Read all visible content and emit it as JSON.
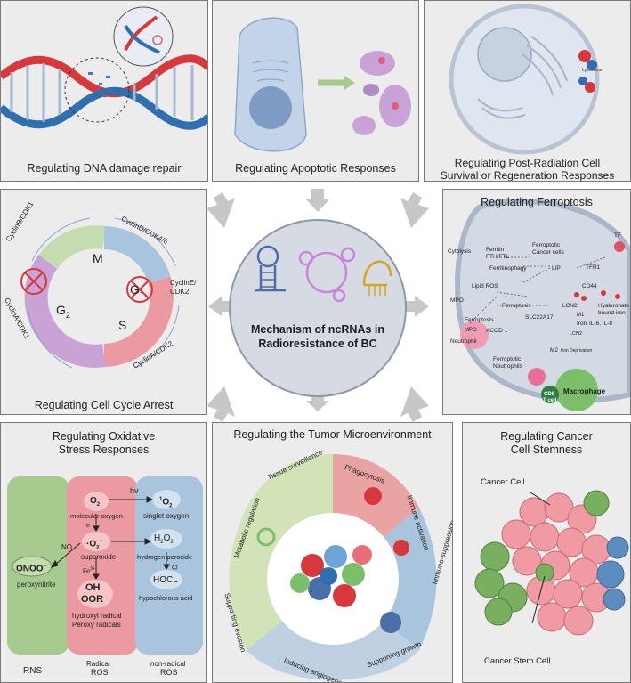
{
  "panels": {
    "dna": {
      "title": "Regulating DNA damage repair"
    },
    "apoptotic": {
      "title": "Regulating Apoptotic Responses"
    },
    "post_radiation": {
      "title_line1": "Regulating Post-Radiation Cell",
      "title_line2": "Survival or Regeneration Responses",
      "lysosome": "Lysosome"
    },
    "cell_cycle": {
      "title": "Regulating Cell Cycle Arrest",
      "phases": {
        "m": "M",
        "g1": "G",
        "g1_sub": "1",
        "s": "S",
        "g2": "G",
        "g2_sub": "2"
      },
      "labels": {
        "cyclinb": "CyclinB/CDK1",
        "cyclind": "CyclinD/CDK4/6",
        "cycline_1": "CyclinE/",
        "cycline_2": "CDK2",
        "cyclina_cdk2": "CyclinA/CDK2",
        "cyclina_cdk1": "CyclinA/CDK1"
      }
    },
    "ferroptosis": {
      "title": "Regulating Ferroptosis",
      "labels": {
        "cytolysis": "Cytolysis",
        "ferritin": "Ferritin",
        "fth": "FTH/FTL",
        "ferroptotic_cancer_1": "Ferroptotic",
        "ferroptotic_cancer_2": "Cancer cells",
        "ferritinophagy": "Ferritinophagy",
        "lip": "LIP",
        "tfr1": "TFR1",
        "tf": "TF",
        "lipid_ros": "Lipid ROS",
        "cd44": "CD44",
        "mpo": "MPO",
        "ferroptosis_inner": "Ferroptosis",
        "lcn2_a": "LCN2",
        "hyaluronate_1": "Hyaluronate",
        "hyaluronate_2": "bound iron",
        "ferroptosis_neut": "Ferroptosis",
        "slc22a17": "SLC22A17",
        "m1": "M1",
        "iron": "Iron",
        "il": "IL-6, IL-8",
        "mpo2": "MPO",
        "acod1": "ACOD 1",
        "neutrophil": "Neutrophil",
        "lcn2_b": "LCN2",
        "m2": "M2",
        "iron_deprivation": "Iron Deprivation",
        "ferroptotic_neut_1": "Ferroptotic",
        "ferroptotic_neut_2": "Neutrophils",
        "cd8_1": "CD8",
        "cd8_2": "T cell",
        "macrophage": "Macrophage"
      }
    },
    "oxidative": {
      "title_line1": "Regulating Oxidative",
      "title_line2": "Stress Responses",
      "labels": {
        "onoo": "ONOO",
        "onoo_sup": "−",
        "peroxynitrite": "peroxynitrite",
        "no": "NO",
        "o2": "O",
        "o2_sub": "2",
        "molecular_oxygen": "molecular oxygen",
        "e": "e",
        "superoxide_sym": "·O",
        "superoxide_sub": "2",
        "superoxide_sup": "−",
        "superoxide": "superoxide",
        "fe": "Fe",
        "fe_sup": "3+",
        "oh": "OH",
        "oor": "OOR",
        "hydroxyl": "hydroxyl radical",
        "peroxy": "Peroxy radicals",
        "hv": "hv",
        "singlet_sym": "O",
        "singlet_pre": "1",
        "singlet_sub": "2",
        "singlet_oxygen": "singlet oxygen",
        "h2o2": "H",
        "h2o2_2": "O",
        "h2o2_sub1": "2",
        "h2o2_sub2": "2",
        "hydrogen_peroxide": "hydrogen peroxide",
        "cl": "Cl",
        "cl_sup": "−",
        "hocl": "HOCL",
        "hypochlorous": "hypochlorous acid",
        "rns": "RNS",
        "radical_1": "Radical",
        "radical_2": "ROS",
        "nonradical_1": "non-radical",
        "nonradical_2": "ROS"
      }
    },
    "tme": {
      "title": "Regulating the Tumor Microenvironment",
      "segments": {
        "tissue": "Tissue surveillance",
        "phago": "Phagocytosis",
        "immune_act": "Immune activation",
        "immuno_supp": "Immuno-suppression",
        "supp_growth": "Supporting growth",
        "angio": "Inducing angiogenesis",
        "supp_evasion": "Supporting evasion",
        "metabolic": "Metabolic regulation"
      }
    },
    "stemness": {
      "title_line1": "Regulating Cancer",
      "title_line2": "Cell Stemness",
      "cancer_cell": "Cancer Cell",
      "cancer_stem_cell": "Cancer Stem Cell"
    }
  },
  "center": {
    "title_line1": "Mechanism of ncRNAs in",
    "title_line2": "Radioresistance of BC"
  },
  "colors": {
    "panel_bg": "#ececec",
    "dna_red": "#d8383c",
    "dna_blue": "#2f6fb0",
    "cell_blue": "#a9c0db",
    "green": "#a6cb8f",
    "pink": "#ea9aa0",
    "purple": "#c9a2d6",
    "tme_green": "#d3e3b8",
    "tme_red": "#e9a3a3",
    "tme_blue": "#a9c4dd"
  }
}
